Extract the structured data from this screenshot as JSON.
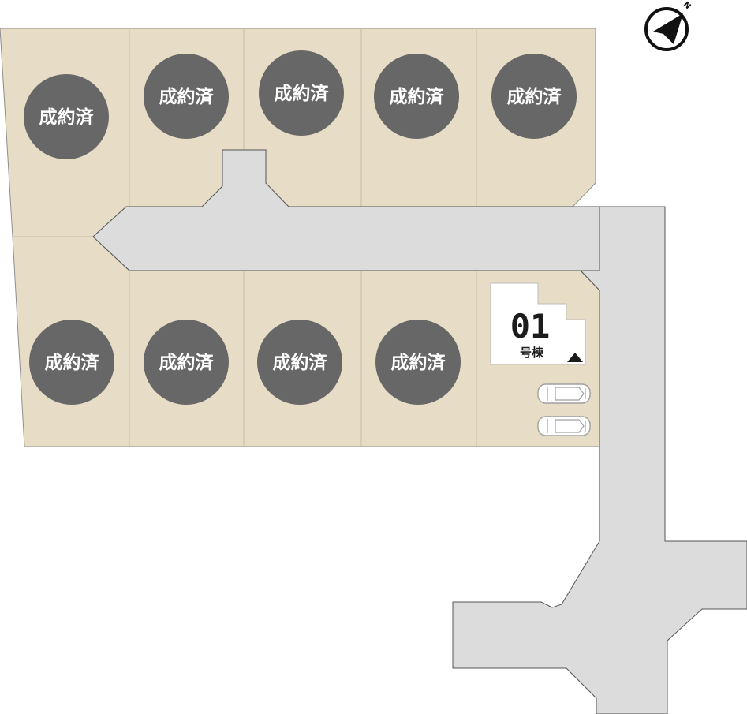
{
  "map": {
    "sold_label": "成約済",
    "house": {
      "number": "01",
      "unit": "号棟"
    },
    "compass": {
      "north_label": "N",
      "icon": "compass-north-arrow-icon"
    },
    "lots": [
      {
        "id": "lot-top-1",
        "status": "sold"
      },
      {
        "id": "lot-top-2",
        "status": "sold"
      },
      {
        "id": "lot-top-3",
        "status": "sold"
      },
      {
        "id": "lot-top-4",
        "status": "sold"
      },
      {
        "id": "lot-top-5",
        "status": "sold"
      },
      {
        "id": "lot-bottom-1",
        "status": "sold"
      },
      {
        "id": "lot-bottom-2",
        "status": "sold"
      },
      {
        "id": "lot-bottom-3",
        "status": "sold"
      },
      {
        "id": "lot-bottom-4",
        "status": "sold"
      },
      {
        "id": "lot-bottom-5",
        "status": "available"
      }
    ],
    "colors": {
      "lot": "#e7dcc6",
      "road": "#dcdcdc",
      "sold_marker": "#676767"
    }
  }
}
